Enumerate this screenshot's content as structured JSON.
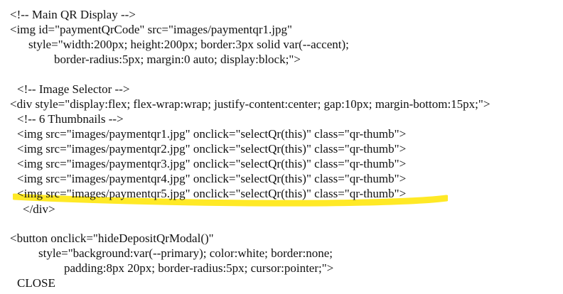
{
  "document": {
    "lines": [
      "<!-- Main QR Display -->",
      "<img id=\"paymentQrCode\" src=\"images/paymentqr1.jpg\"",
      "style=\"width:200px; height:200px; border:3px solid var(--accent);",
      "border-radius:5px; margin:0 auto; display:block;\">",
      "<!-- Image Selector -->",
      "<div style=\"display:flex; flex-wrap:wrap; justify-content:center; gap:10px; margin-bottom:15px;\">",
      "<!-- 6 Thumbnails -->",
      "<img src=\"images/paymentqr1.jpg\" onclick=\"selectQr(this)\" class=\"qr-thumb\">",
      "<img src=\"images/paymentqr2.jpg\" onclick=\"selectQr(this)\" class=\"qr-thumb\">",
      "<img src=\"images/paymentqr3.jpg\" onclick=\"selectQr(this)\" class=\"qr-thumb\">",
      "<img src=\"images/paymentqr4.jpg\" onclick=\"selectQr(this)\" class=\"qr-thumb\">",
      "<img src=\"images/paymentqr5.jpg\" onclick=\"selectQr(this)\" class=\"qr-thumb\">",
      "</div>",
      "<button onclick=\"hideDepositQrModal()\"",
      "style=\"background:var(--primary); color:white; border:none;",
      "padding:8px 20px; border-radius:5px; cursor:pointer;\">",
      "CLOSE"
    ]
  },
  "highlight": {
    "color": "#ffe81a",
    "marks_line": "<img src=\"images/paymentqr5.jpg\" onclick=\"selectQr(this)\" class=\"qr-thumb\">"
  }
}
